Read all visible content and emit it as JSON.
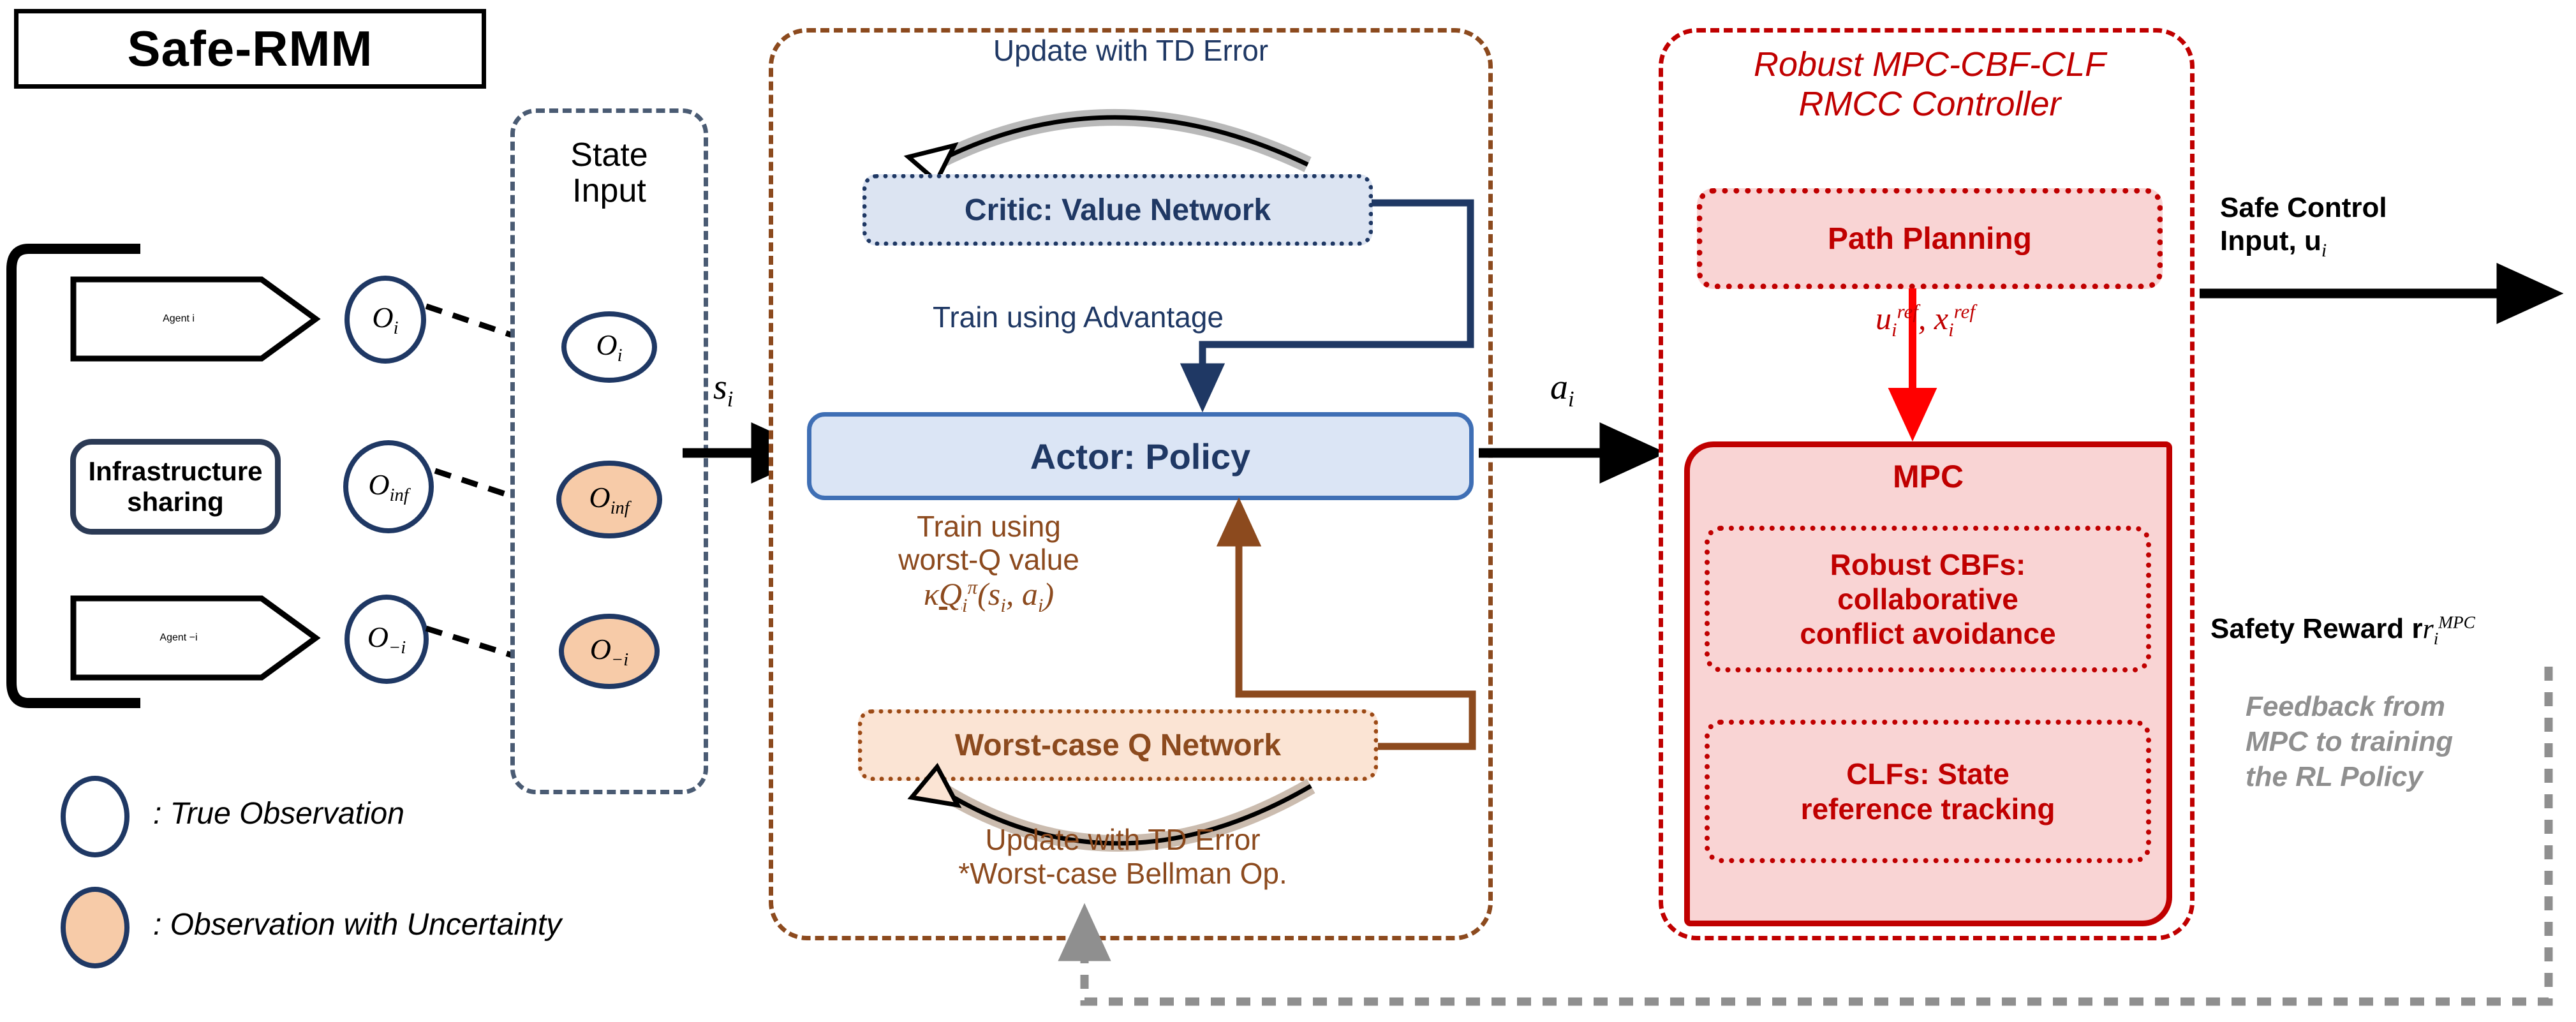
{
  "title": "Safe-RMM",
  "agents": [
    {
      "label": "Agent i",
      "obs": "O",
      "obs_sub": "i",
      "uncertain": false
    },
    {
      "label": "Infrastructure sharing",
      "obs": "O",
      "obs_sub": "inf",
      "uncertain": true
    },
    {
      "label": "Agent −i",
      "obs": "O",
      "obs_sub": "−i",
      "uncertain": true
    }
  ],
  "state_input": {
    "title": "State\nInput",
    "nodes": [
      {
        "sym": "O",
        "sub": "i",
        "uncertain": false
      },
      {
        "sym": "O",
        "sub": "inf",
        "uncertain": true
      },
      {
        "sym": "O",
        "sub": "−i",
        "uncertain": true
      }
    ]
  },
  "flow_labels": {
    "state_to_actor": "s",
    "state_to_actor_sub": "i",
    "actor_to_mpc": "a",
    "actor_to_mpc_sub": "i"
  },
  "rl_module": {
    "td_top": "Update with TD Error",
    "critic": "Critic: Value Network",
    "train_advantage": "Train using Advantage",
    "actor": "Actor: Policy",
    "train_worstq_line1": "Train using",
    "train_worstq_line2": "worst-Q value",
    "train_worstq_formula": "κQᵢπ(sᵢ, aᵢ)",
    "worstq_net": "Worst-case Q Network",
    "td_bottom_line1": "Update with TD Error",
    "td_bottom_line2": "*Worst-case Bellman Op."
  },
  "mpc_module": {
    "title_line1": "Robust MPC-CBF-CLF",
    "title_line2": "RMCC Controller",
    "path_planning": "Path Planning",
    "ref_label": "uᵢref, xᵢref",
    "mpc": "MPC",
    "cbf_line1": "Robust CBFs:",
    "cbf_line2": "collaborative",
    "cbf_line3": "conflict avoidance",
    "clf_line1": "CLFs: State",
    "clf_line2": "reference tracking"
  },
  "outputs": {
    "safe_control_line1": "Safe Control",
    "safe_control_line2": "Input, u",
    "safe_control_sub": "i",
    "safety_reward": "Safety Reward r",
    "safety_reward_sub": "i",
    "safety_reward_sup": "MPC",
    "feedback_line1": "Feedback from",
    "feedback_line2": "MPC to training",
    "feedback_line3": "the RL Policy"
  },
  "legend": [
    {
      "text": ": True Observation",
      "uncertain": false
    },
    {
      "text": ": Observation with Uncertainty",
      "uncertain": true
    }
  ],
  "colors": {
    "navy": "#1f3864",
    "brown": "#8c4a1e",
    "red": "#c00000",
    "peach": "#f7cba8",
    "light_blue": "#dce4f2",
    "light_red": "#f9d4d4",
    "gray": "#8f8f8f"
  }
}
